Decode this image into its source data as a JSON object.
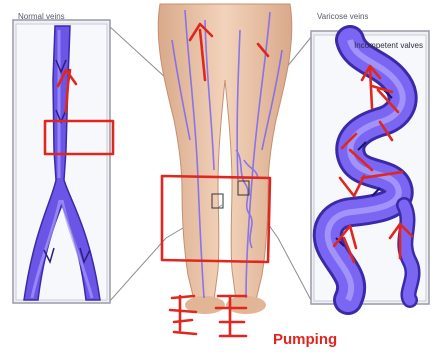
{
  "labels": {
    "normal_veins": "Normal veins",
    "varicose_veins": "Varicose veins",
    "incompetent_valves": "Incompetent valves",
    "pumping": "Pumping"
  },
  "colors": {
    "vein_purple": "#6b55e6",
    "vein_dark": "#3b2aa8",
    "skin": "#e9c3a6",
    "annotation_red": "#e0271f",
    "panel_border": "#9a9aa8"
  }
}
